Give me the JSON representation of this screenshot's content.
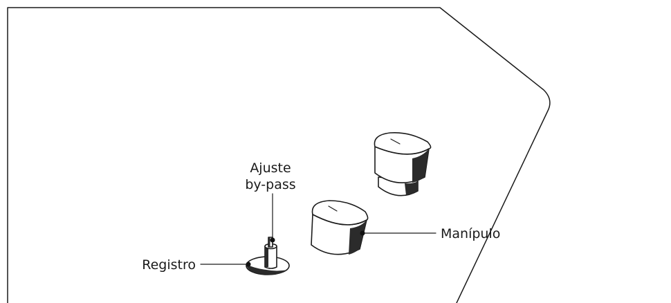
{
  "labels": {
    "bypass_line1": "Ajuste",
    "bypass_line2": "by-pass",
    "register": "Registro",
    "knob": "Manípulo"
  },
  "colors": {
    "stroke": "#1a1a1a",
    "background": "#ffffff"
  }
}
